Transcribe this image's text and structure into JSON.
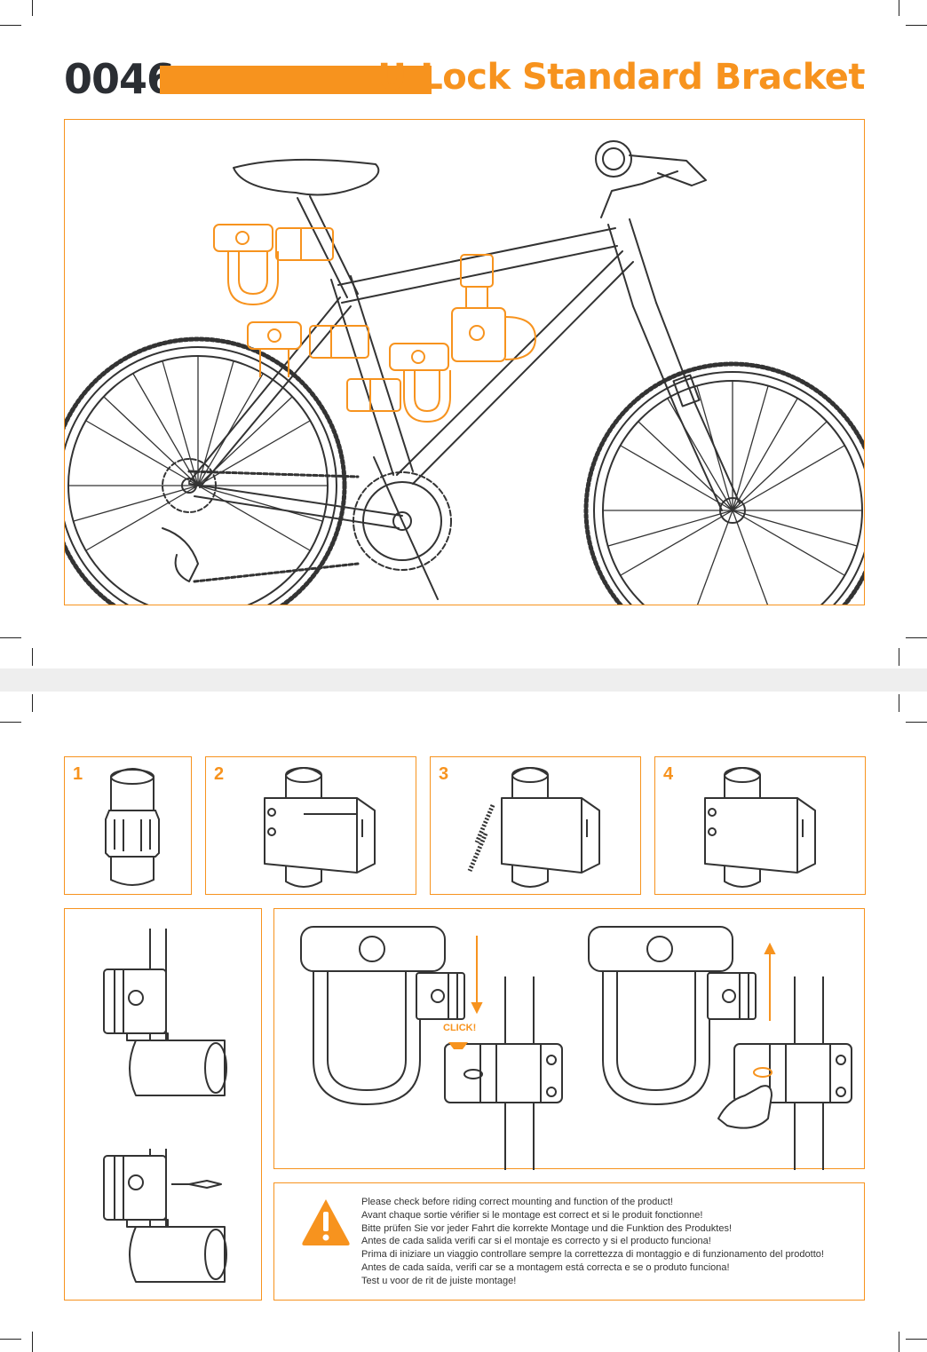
{
  "header": {
    "code": "0046",
    "title": "U-Lock Standard Bracket"
  },
  "colors": {
    "accent": "#f7931e",
    "ink": "#2b2e33",
    "line": "#333333"
  },
  "steps": [
    {
      "number": "1"
    },
    {
      "number": "2"
    },
    {
      "number": "3"
    },
    {
      "number": "4"
    }
  ],
  "mount_demo": {
    "click_label": "CLICK!"
  },
  "warning": {
    "icon": "warning-triangle-icon",
    "lines": [
      "Please check before riding correct mounting and function of the product!",
      "Avant chaque sortie vérifier si le montage est correct et si le produit fonctionne!",
      "Bitte prüfen Sie vor jeder Fahrt die korrekte Montage und die Funktion des Produktes!",
      "Antes de cada salida verifi car si el montaje es correcto y si el producto funciona!",
      "Prima di iniziare un viaggio controllare sempre la correttezza di montaggio e di funzionamento del prodotto!",
      "Antes de cada saída, verifi car se a montagem está correcta e se o produto funciona!",
      "Test u voor de rit de juiste montage!"
    ]
  }
}
